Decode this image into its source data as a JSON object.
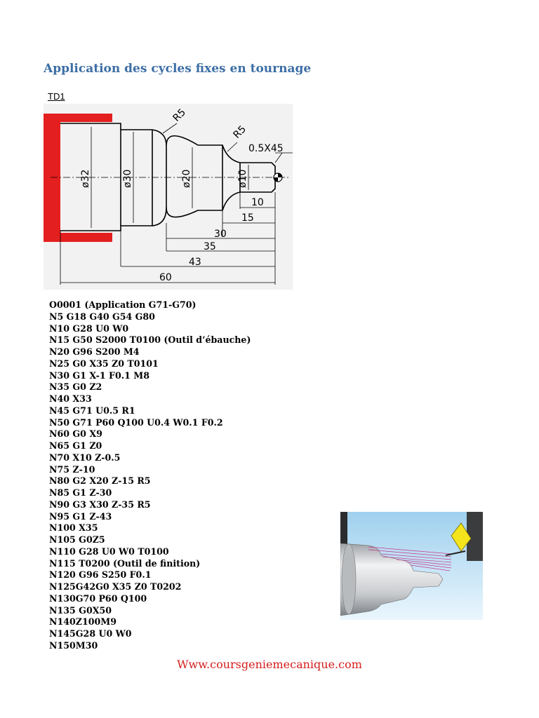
{
  "title": "Application des cycles fixes en tournage",
  "td_label": "TD1",
  "drawing": {
    "diameters": [
      "ø32",
      "ø30",
      "ø20",
      "ø10"
    ],
    "radii": [
      "R5",
      "R5"
    ],
    "chamfer": "0.5X45",
    "lengths": [
      "10",
      "15",
      "30",
      "35",
      "43",
      "60"
    ],
    "colors": {
      "chuck": "#e41f1f",
      "outline": "#000000"
    }
  },
  "program": [
    "O0001 (Application G71-G70)",
    "N5 G18 G40 G54 G80",
    "N10 G28 U0 W0",
    "N15 G50 S2000 T0100 (Outil d’ébauche)",
    "N20 G96 S200 M4",
    "N25 G0 X35 Z0 T0101",
    "N30 G1 X-1 F0.1 M8",
    "N35 G0 Z2",
    "N40 X33",
    "N45 G71 U0.5 R1",
    "N50 G71 P60 Q100 U0.4 W0.1 F0.2",
    "N60 G0 X9",
    "N65 G1 Z0",
    "N70 X10 Z-0.5",
    "N75 Z-10",
    "N80 G2 X20 Z-15 R5",
    "N85 G1 Z-30",
    "N90 G3 X30 Z-35 R5",
    "N95 G1 Z-43",
    "N100 X35",
    "N105 G0Z5",
    "N110 G28 U0 W0 T0100",
    "N115 T0200 (Outil de finition)",
    "N120 G96 S250 F0.1",
    "N125G42G0 X35 Z0 T0202",
    "N130G70 P60 Q100",
    "N135 G0X50",
    "N140Z100M9",
    "N145G28 U0 W0",
    "N150M30"
  ],
  "footer": "Www.coursgeniemecanique.com",
  "colors": {
    "title": "#3c6ea5",
    "footer": "#d61d1d",
    "insert": "#f4e41c",
    "toolpath": "#c8388c"
  }
}
